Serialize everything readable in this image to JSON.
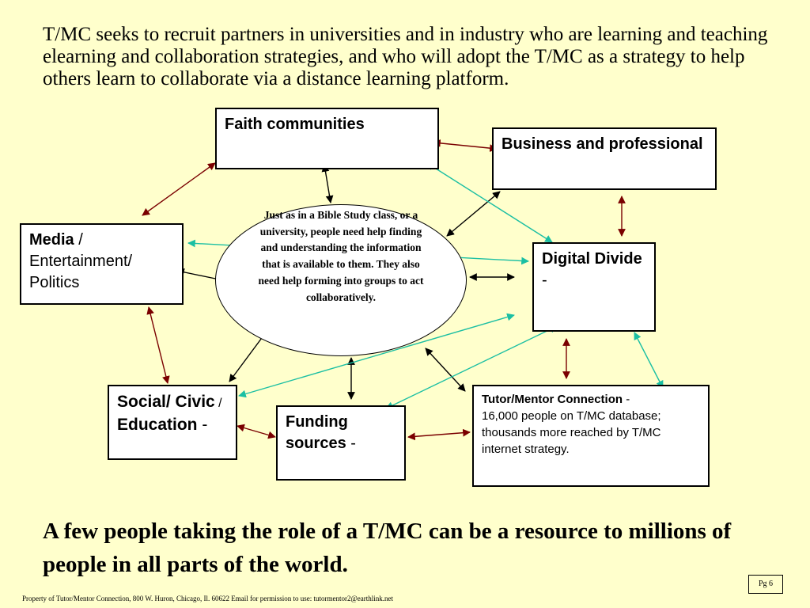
{
  "intro": "T/MC seeks to recruit partners in universities and in industry who are learning and teaching elearning and collaboration strategies, and who will adopt the T/MC as a strategy to help others learn to collaborate via a distance learning platform.",
  "center": "Just as in a Bible Study class, or a  university, people need help finding and understanding the information that is available to them.  They also need help forming into groups to act collaboratively.",
  "boxes": {
    "faith": {
      "title": "Faith communities"
    },
    "business": {
      "title": "Business and professional"
    },
    "media": {
      "title": "Media",
      "rest": " / Entertainment/ Politics"
    },
    "digital": {
      "title": "Digital Divide",
      "rest": " -"
    },
    "social": {
      "title": "Social/ Civic",
      "slash": " / ",
      "title2": "Education",
      "rest": " -"
    },
    "funding": {
      "title": "Funding sources",
      "rest": " -"
    },
    "tutor": {
      "title": "Tutor/Mentor Connection",
      "dash": " -",
      "desc": "16,000 people on T/MC database; thousands more reached by T/MC internet strategy."
    }
  },
  "conclusion": "A few people taking the role of a T/MC can be a resource to millions of people in all parts of the world.",
  "footer": "Property of Tutor/Mentor Connection, 800 W. Huron, Chicago, Il. 60622  Email for permission to use: tutormentor2@earthlink.net",
  "page_label": "Pg  6",
  "colors": {
    "background": "#ffffcc",
    "black_arrow": "#000000",
    "red_arrow": "#7a0000",
    "teal_arrow": "#1bbfa3"
  }
}
